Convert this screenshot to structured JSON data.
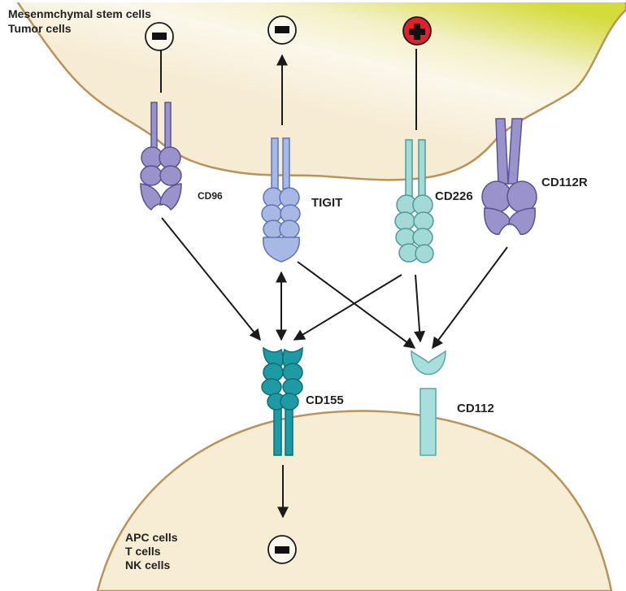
{
  "colors": {
    "cell_fill": "#f7ecd4",
    "cell_border": "#b8935a",
    "cd96": "#9a93cb",
    "tigit": "#a8b8e4",
    "cd226": "#a3d9d6",
    "cd112r": "#9a93cb",
    "cd155": "#1e9aa4",
    "cd112": "#a8dedb",
    "positive_signal": "#e0202f",
    "arrow": "#1a1a1a"
  },
  "top_cell": {
    "label_line1": "Mesenmchymal stem cells",
    "label_line2": "Tumor cells"
  },
  "bottom_cell": {
    "label_line1": "APC cells",
    "label_line2": "T cells",
    "label_line3": "NK cells"
  },
  "receptors": {
    "cd96": "CD96",
    "tigit": "TIGIT",
    "cd226": "CD226",
    "cd112r": "CD112R"
  },
  "ligands": {
    "cd155": "CD155",
    "cd112": "CD112"
  },
  "signals": [
    {
      "receptor": "CD96",
      "effect": "inhibitory"
    },
    {
      "receptor": "TIGIT",
      "effect": "inhibitory"
    },
    {
      "receptor": "CD226",
      "effect": "activating"
    },
    {
      "receptor": "CD155",
      "effect": "inhibitory"
    }
  ],
  "interactions": [
    {
      "from": "CD96",
      "to": "CD155"
    },
    {
      "from": "TIGIT",
      "to": "CD155",
      "bidirectional": true
    },
    {
      "from": "TIGIT",
      "to": "CD112"
    },
    {
      "from": "CD226",
      "to": "CD155"
    },
    {
      "from": "CD226",
      "to": "CD112"
    },
    {
      "from": "CD112R",
      "to": "CD112"
    }
  ]
}
